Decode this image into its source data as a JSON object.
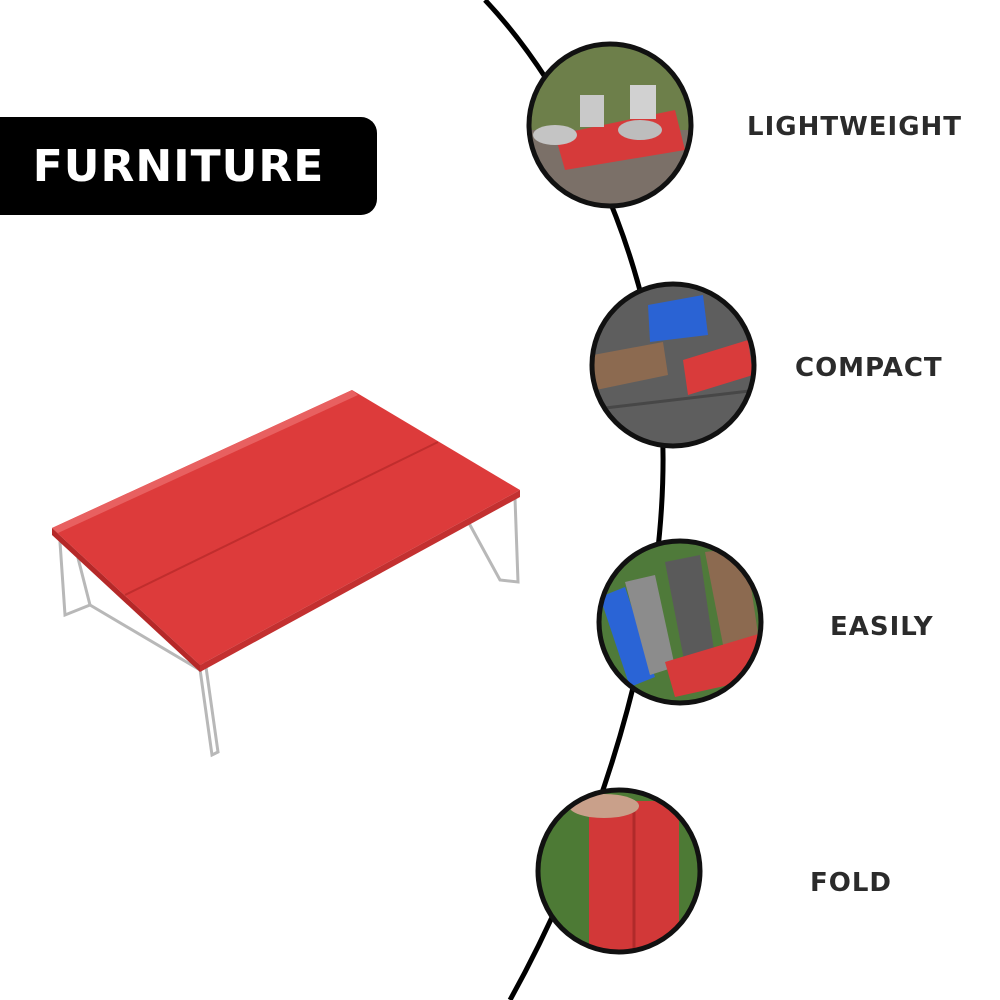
{
  "banner": {
    "title": "FURNITURE"
  },
  "features": [
    {
      "label": "LIGHTWEIGHT",
      "scene": "camp-cookware-on-table"
    },
    {
      "label": "COMPACT",
      "scene": "folded-tables-colors"
    },
    {
      "label": "EASILY",
      "scene": "stacked-table-tops"
    },
    {
      "label": "FOLD",
      "scene": "hand-holding-folded-table"
    }
  ],
  "colors": {
    "product_red": "#dd3b3b",
    "banner_bg": "#000000",
    "label_text": "#2b2b2b"
  }
}
